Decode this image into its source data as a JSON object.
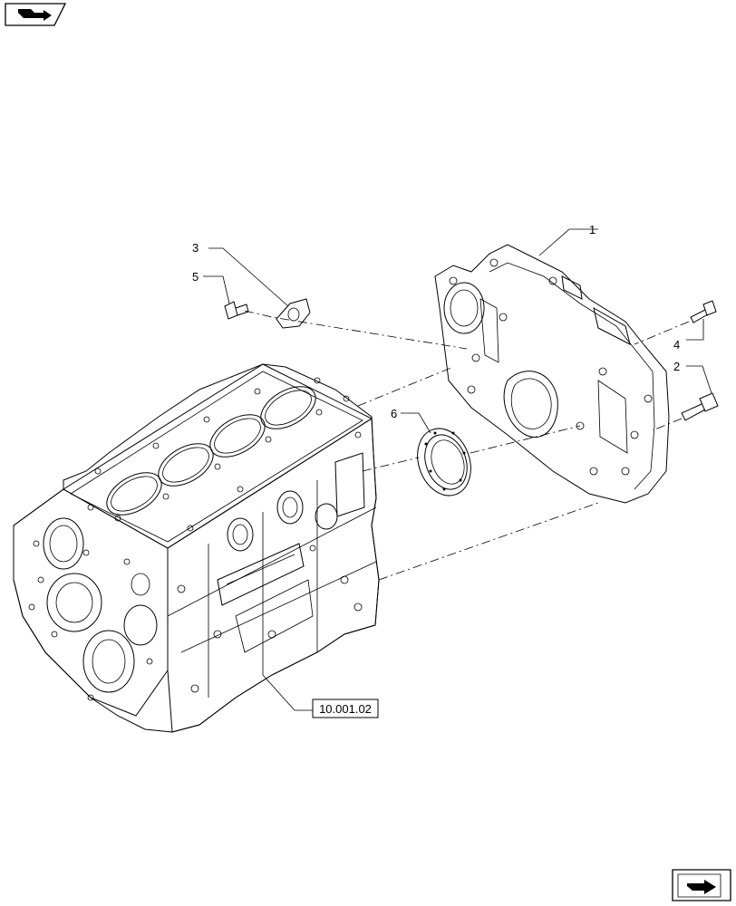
{
  "callouts": {
    "c1": "1",
    "c2": "2",
    "c3": "3",
    "c4": "4",
    "c5": "5",
    "c6": "6"
  },
  "reference": {
    "label": "10.001.02"
  },
  "icons": {
    "top_left": "previous-page-arrow-icon",
    "bottom_right": "next-page-arrow-icon"
  }
}
